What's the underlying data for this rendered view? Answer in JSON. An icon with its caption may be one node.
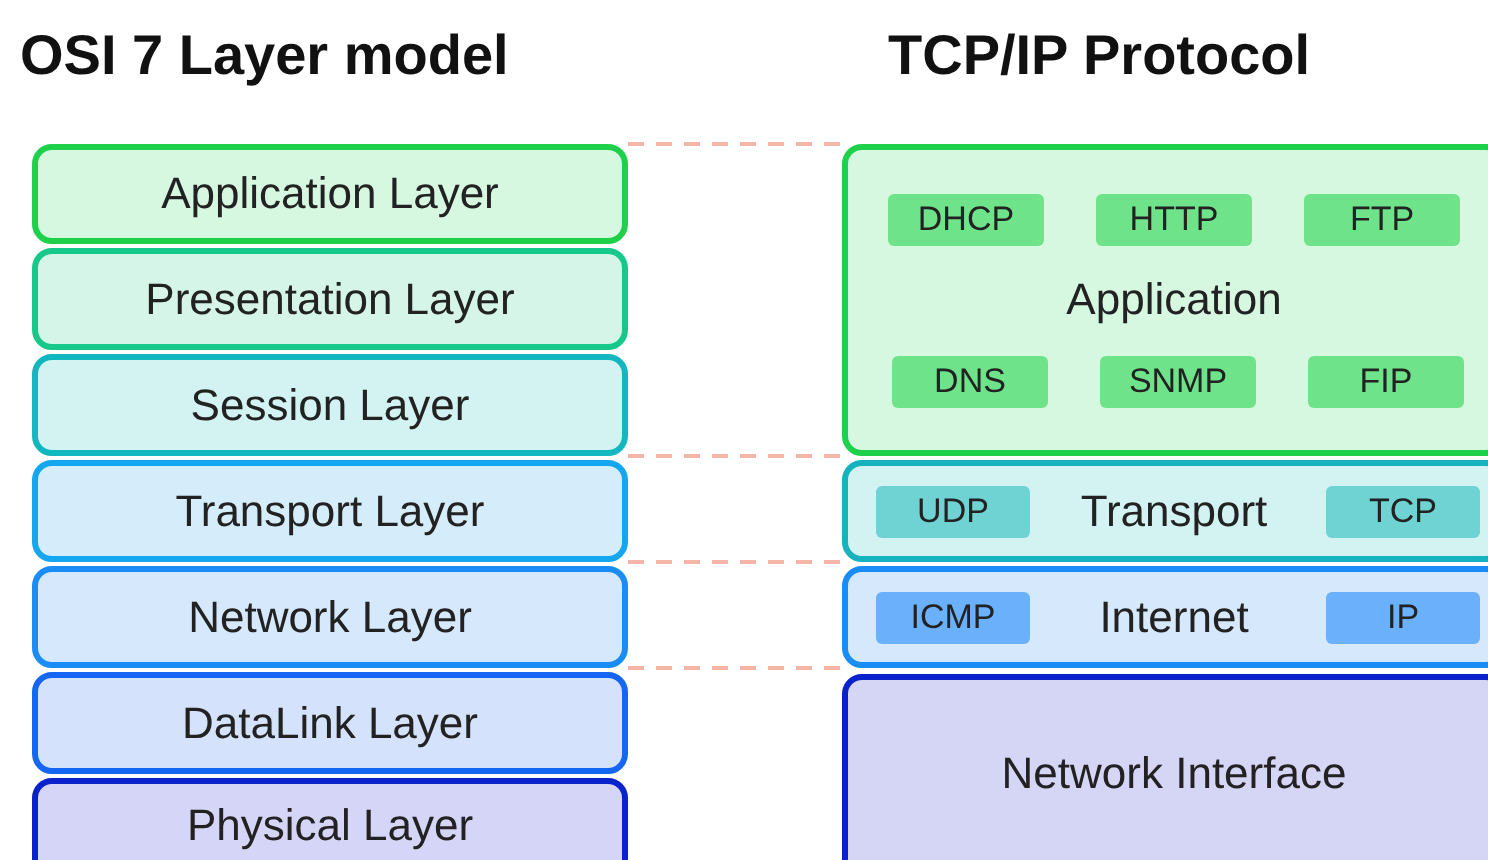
{
  "diagram": {
    "nodes": [
      {
        "text": [
          "Application Layer"
        ]
      },
      {
        "text": [
          "Presentation Layer"
        ]
      },
      {
        "text": [
          "Session Layer"
        ]
      },
      {
        "text": [
          "Transport Layer"
        ]
      },
      {
        "text": [
          "Network Layer"
        ]
      },
      {
        "text": [
          "DataLink Layer"
        ]
      },
      {
        "text": [
          "Physical Layer"
        ]
      },
      {
        "text": [
          "Application"
        ]
      },
      {
        "text": [
          "DHCP"
        ],
        "in": 7
      },
      {
        "text": [
          "HTTP"
        ],
        "in": 7
      },
      {
        "text": [
          "FTP"
        ],
        "in": 7
      },
      {
        "text": [
          "DNS"
        ],
        "in": 7
      },
      {
        "text": [
          "SNMP"
        ],
        "in": 7
      },
      {
        "text": [
          "FIP"
        ],
        "in": 7
      },
      {
        "text": [
          "Transport"
        ]
      },
      {
        "text": [
          "UDP"
        ],
        "in": 14
      },
      {
        "text": [
          "TCP"
        ],
        "in": 14
      },
      {
        "text": [
          "Internet"
        ]
      },
      {
        "text": [
          "ICMP"
        ],
        "in": 17
      },
      {
        "text": [
          "IP"
        ],
        "in": 17
      },
      {
        "text": [
          "Network Interface"
        ]
      }
    ],
    "edges": [
      {
        "from": 0,
        "to": 7,
        "arrow": "none",
        "style": "dashed",
        "color": "#f4b5a8"
      },
      {
        "from": 2,
        "to": 14,
        "arrow": "none",
        "style": "dashed",
        "color": "#f4b5a8"
      },
      {
        "from": 3,
        "to": 14,
        "arrow": "none",
        "style": "dashed",
        "color": "#f4b5a8"
      },
      {
        "from": 4,
        "to": 17,
        "arrow": "none",
        "style": "dashed",
        "color": "#f4b5a8"
      }
    ],
    "labels": [
      "OSI 7 Layer model",
      "TCP/IP Protocol"
    ]
  }
}
